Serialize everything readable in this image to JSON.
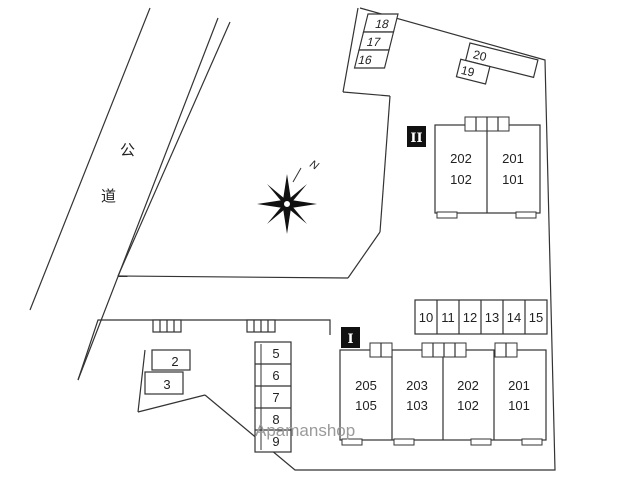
{
  "road": {
    "chars": [
      "公",
      "道"
    ]
  },
  "compass": {
    "north_label": "N"
  },
  "building_two": {
    "badge": "II",
    "units": [
      {
        "top": "202",
        "bottom": "102"
      },
      {
        "top": "201",
        "bottom": "101"
      }
    ]
  },
  "building_one": {
    "badge": "I",
    "units": [
      {
        "top": "205",
        "bottom": "105"
      },
      {
        "top": "203",
        "bottom": "103"
      },
      {
        "top": "202",
        "bottom": "102"
      },
      {
        "top": "201",
        "bottom": "101"
      }
    ]
  },
  "parking": {
    "top_left": [
      "18",
      "17",
      "16"
    ],
    "top_right": [
      "20",
      "19"
    ],
    "row": [
      "10",
      "11",
      "12",
      "13",
      "14",
      "15"
    ],
    "left_pair": [
      "2",
      "3"
    ],
    "column": [
      "5",
      "6",
      "7",
      "8",
      "9"
    ]
  },
  "watermark": "Apamanshop"
}
